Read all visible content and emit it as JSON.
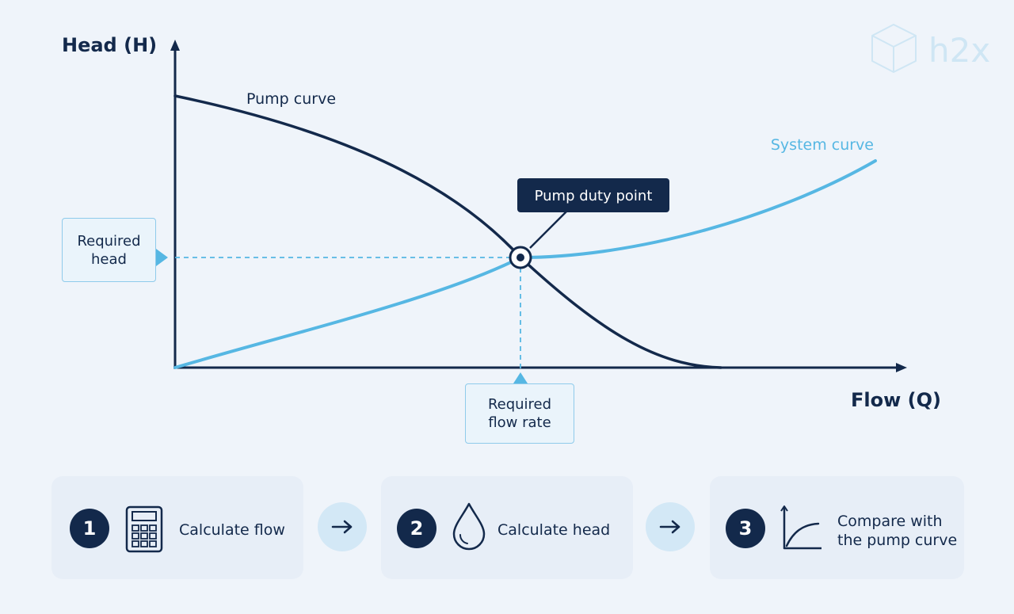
{
  "chart_data": {
    "type": "line",
    "xlabel": "Flow (Q)",
    "ylabel": "Head (H)",
    "series": [
      {
        "name": "Pump curve",
        "values": []
      },
      {
        "name": "System curve",
        "values": []
      }
    ],
    "annotations": {
      "duty_point": "Pump duty point",
      "required_head": [
        "Required",
        "head"
      ],
      "required_flow": [
        "Required",
        "flow rate"
      ]
    },
    "colors": {
      "pump_curve": "#13294b",
      "system_curve": "#56b7e3",
      "axis": "#13294b"
    }
  },
  "logo": {
    "text": "h2x",
    "icon": "cube-icon"
  },
  "steps": [
    {
      "number": "1",
      "icon": "calculator-icon",
      "lines": [
        "Calculate flow"
      ]
    },
    {
      "number": "2",
      "icon": "droplet-icon",
      "lines": [
        "Calculate head"
      ]
    },
    {
      "number": "3",
      "icon": "curve-chart-icon",
      "lines": [
        "Compare with",
        "the pump curve"
      ]
    }
  ],
  "arrows": [
    "arrow-right-icon",
    "arrow-right-icon"
  ]
}
